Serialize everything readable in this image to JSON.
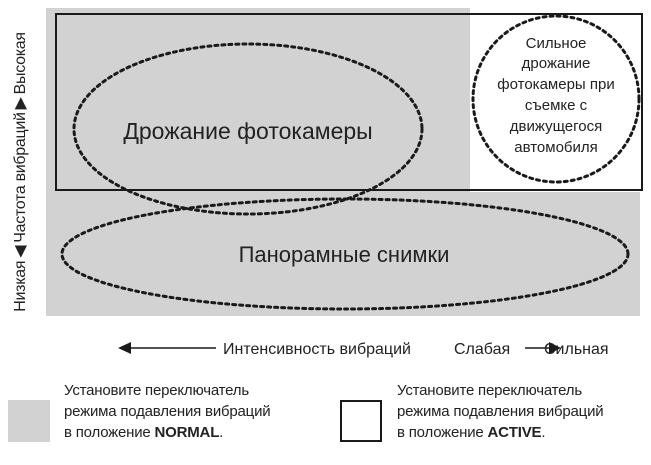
{
  "regions": {
    "camera_shake": "Дрожание фотокамеры",
    "panning": "Панорамные снимки",
    "vehicle_shake": [
      "Сильное",
      "дрожание",
      "фотокамеры при",
      "съемке с",
      "движущегося",
      "автомобиля"
    ]
  },
  "y_axis": {
    "low": "Низкая",
    "label": "Частота вибраций",
    "high": "Высокая"
  },
  "x_axis": {
    "label": "Интенсивность вибраций",
    "weak": "Слабая",
    "strong": "Сильная"
  },
  "legend": {
    "normal": {
      "line1": "Установите переключатель",
      "line2": "режима подавления вибраций",
      "line3_prefix": "в положение",
      "mode": "NORMAL",
      "suffix": "."
    },
    "active": {
      "line1": "Установите переключатель",
      "line2": "режима подавления вибраций",
      "line3_prefix": "в положение",
      "mode": "ACTIVE",
      "suffix": "."
    }
  },
  "colors": {
    "normal_fill": "#d2d2d2",
    "active_fill": "#ffffff",
    "outline": "#1a1a1a"
  }
}
